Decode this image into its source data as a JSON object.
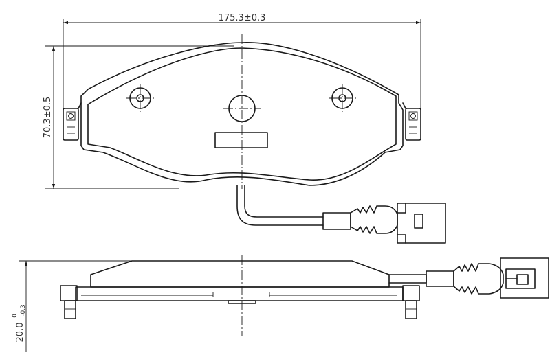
{
  "dimensions": {
    "width": "175.3±0.3",
    "height": "70.3±0.5",
    "thickness_nominal": "20.0",
    "thickness_upper": "0",
    "thickness_lower": "-0.3"
  },
  "colors": {
    "line": "#1a1a1a",
    "text": "#333333",
    "background": "#ffffff"
  }
}
